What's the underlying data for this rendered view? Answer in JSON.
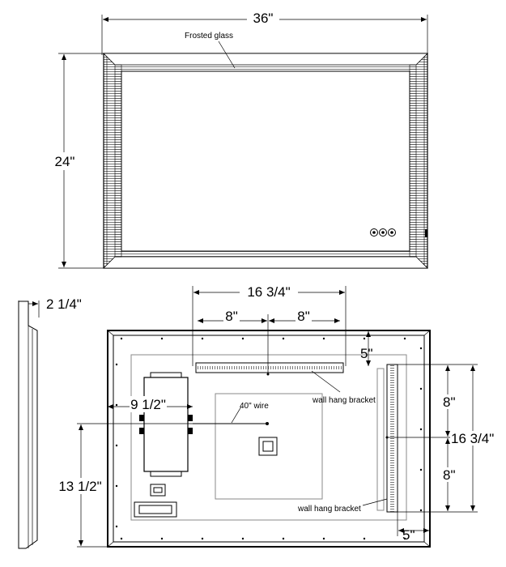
{
  "front_view": {
    "width_label": "36\"",
    "height_label": "24\"",
    "glass_label": "Frosted glass"
  },
  "side_view": {
    "depth_label": "2 1/4\""
  },
  "back_view": {
    "top_bracket_span": "16 3/4\"",
    "top_bracket_left_half": "8\"",
    "top_bracket_right_half": "8\"",
    "top_bracket_offset": "5\"",
    "top_bracket_label": "wall hang bracket",
    "right_bracket_upper_half": "8\"",
    "right_bracket_span": "16 3/4\"",
    "right_bracket_lower_half": "8\"",
    "right_bracket_offset": "5\"",
    "right_bracket_label": "wall hang bracket",
    "driver_offset_x": "9 1/2\"",
    "driver_offset_y": "13 1/2\"",
    "wire_label": "40\" wire"
  }
}
